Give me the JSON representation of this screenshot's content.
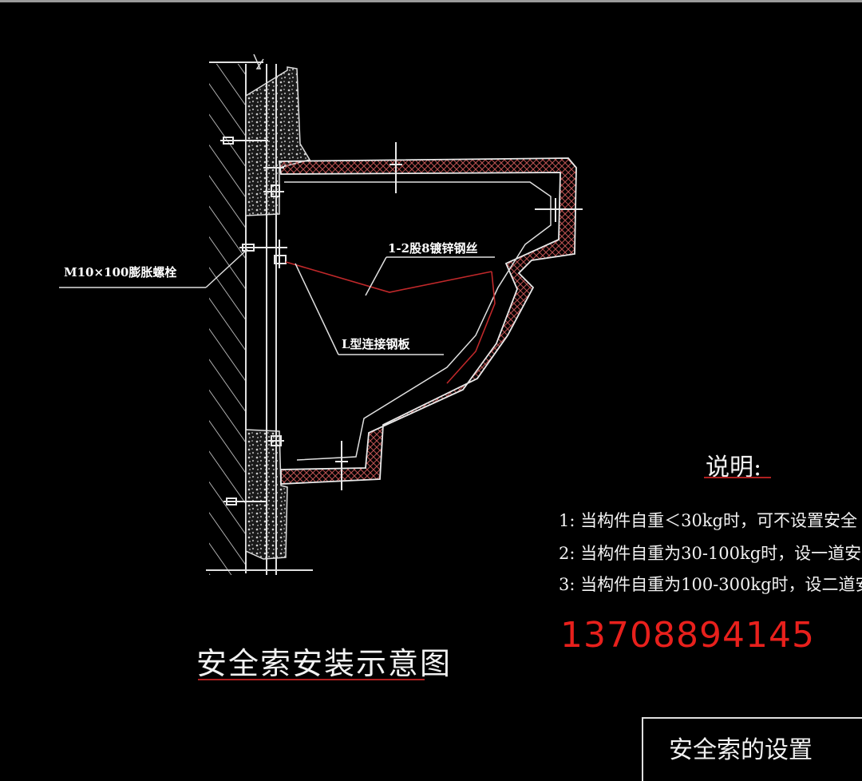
{
  "diagram": {
    "labels": {
      "bolt": "M10×100膨胀螺栓",
      "wire": "1-2股8镀锌钢丝",
      "plate": "L型连接钢板"
    },
    "title": "安全索安装示意图"
  },
  "notes": {
    "heading": "说明:",
    "items": [
      "1: 当构件自重＜30kg时，可不设置安全",
      "2: 当构件自重为30-100kg时，设一道安",
      "3: 当构件自重为100-300kg时，设二道安"
    ]
  },
  "phone": "13708894145",
  "corner_label": "安全索的设置",
  "colors": {
    "background": "#000000",
    "line": "#ffffff",
    "wire": "#c0282a",
    "hatch": "#b85050",
    "phone": "#e8201c"
  }
}
